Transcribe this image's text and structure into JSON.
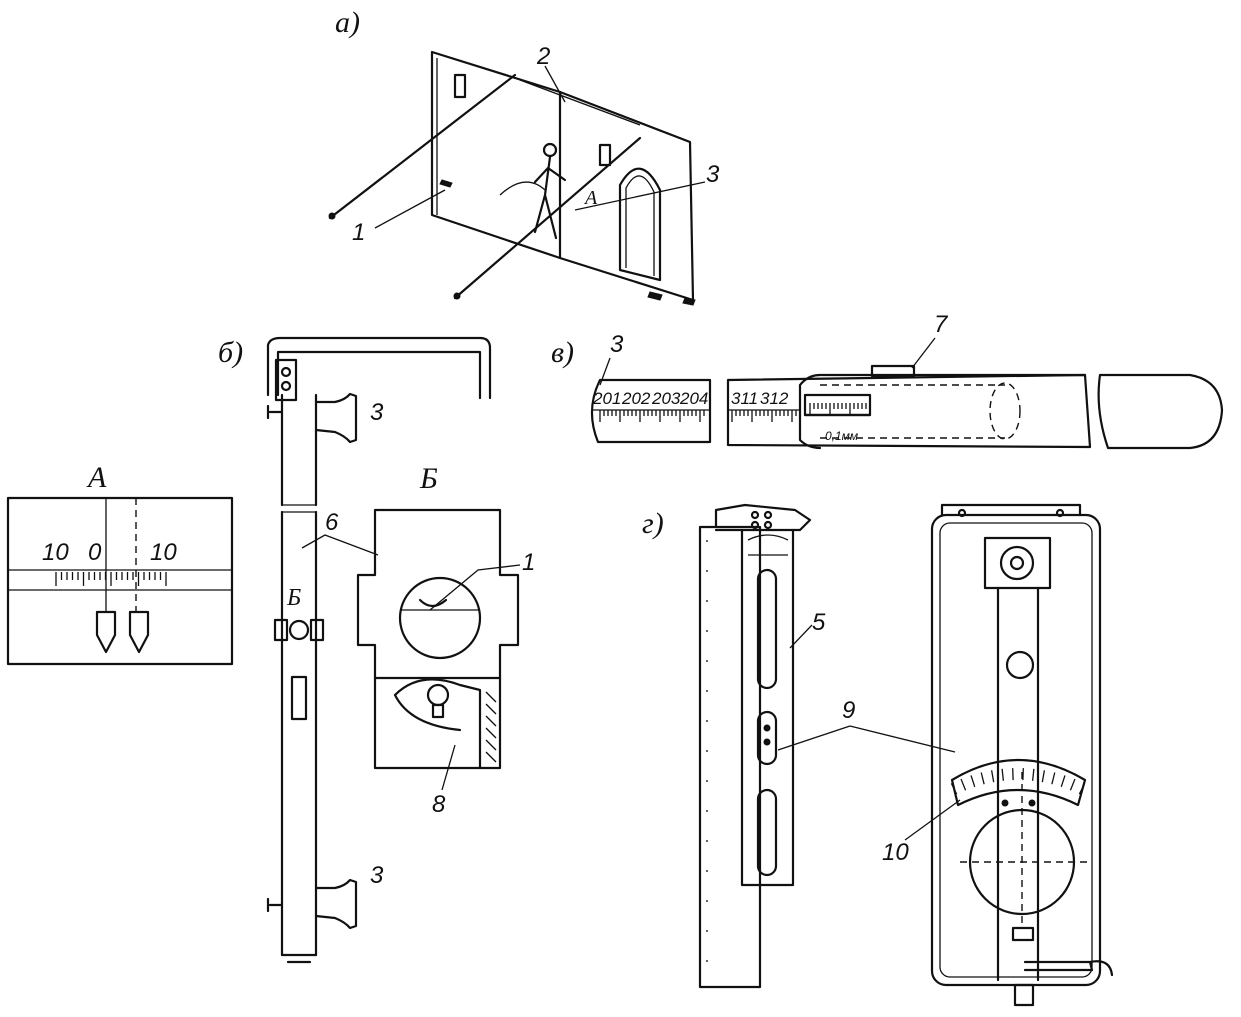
{
  "panels": {
    "a": "а)",
    "b": "б)",
    "v": "в)",
    "g": "г)"
  },
  "callouts": {
    "c1": "1",
    "c2": "2",
    "c3": "3",
    "c5": "5",
    "c6": "6",
    "c7": "7",
    "c8": "8",
    "c9": "9",
    "c10": "10"
  },
  "details": {
    "A": "А",
    "B": "Б"
  },
  "scale_A": {
    "left": "10",
    "center": "0",
    "right": "10"
  },
  "tape": {
    "seg1": [
      "201",
      "202",
      "203",
      "204"
    ],
    "seg2": [
      "311",
      "312"
    ],
    "vernier": "0,1мм"
  }
}
